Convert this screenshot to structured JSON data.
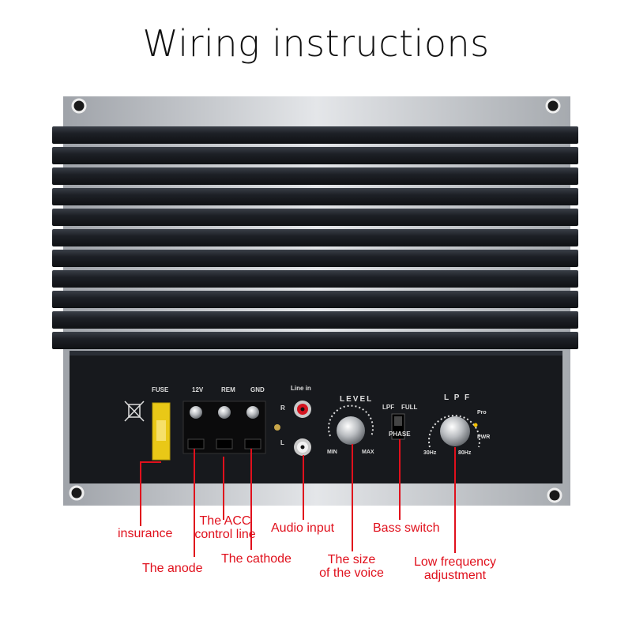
{
  "title": "Wiring instructions",
  "panel": {
    "fuse": "FUSE",
    "v12": "12V",
    "rem": "REM",
    "gnd": "GND",
    "line_in": "Line in",
    "r": "R",
    "l": "L",
    "level": "LEVEL",
    "min": "MIN",
    "max": "MAX",
    "lpf_sw": "LPF",
    "full": "FULL",
    "phase": "PHASE",
    "lpf": "L P F",
    "pro": "Pro",
    "pwr": "PWR",
    "hz30": "30Hz",
    "hz80": "80Hz"
  },
  "labels": {
    "insurance": "insurance",
    "anode": "The anode",
    "acc_1": "The ACC",
    "acc_2": "control line",
    "cathode": "The cathode",
    "audio_input": "Audio input",
    "size_1": "The size",
    "size_2": "of the voice",
    "bass_switch": "Bass switch",
    "lowfreq_1": "Low frequency",
    "lowfreq_2": "adjustment"
  },
  "colors": {
    "label_red": "#e0101c",
    "heatsink": "#1e2127",
    "frame": "#c9ccd1"
  }
}
